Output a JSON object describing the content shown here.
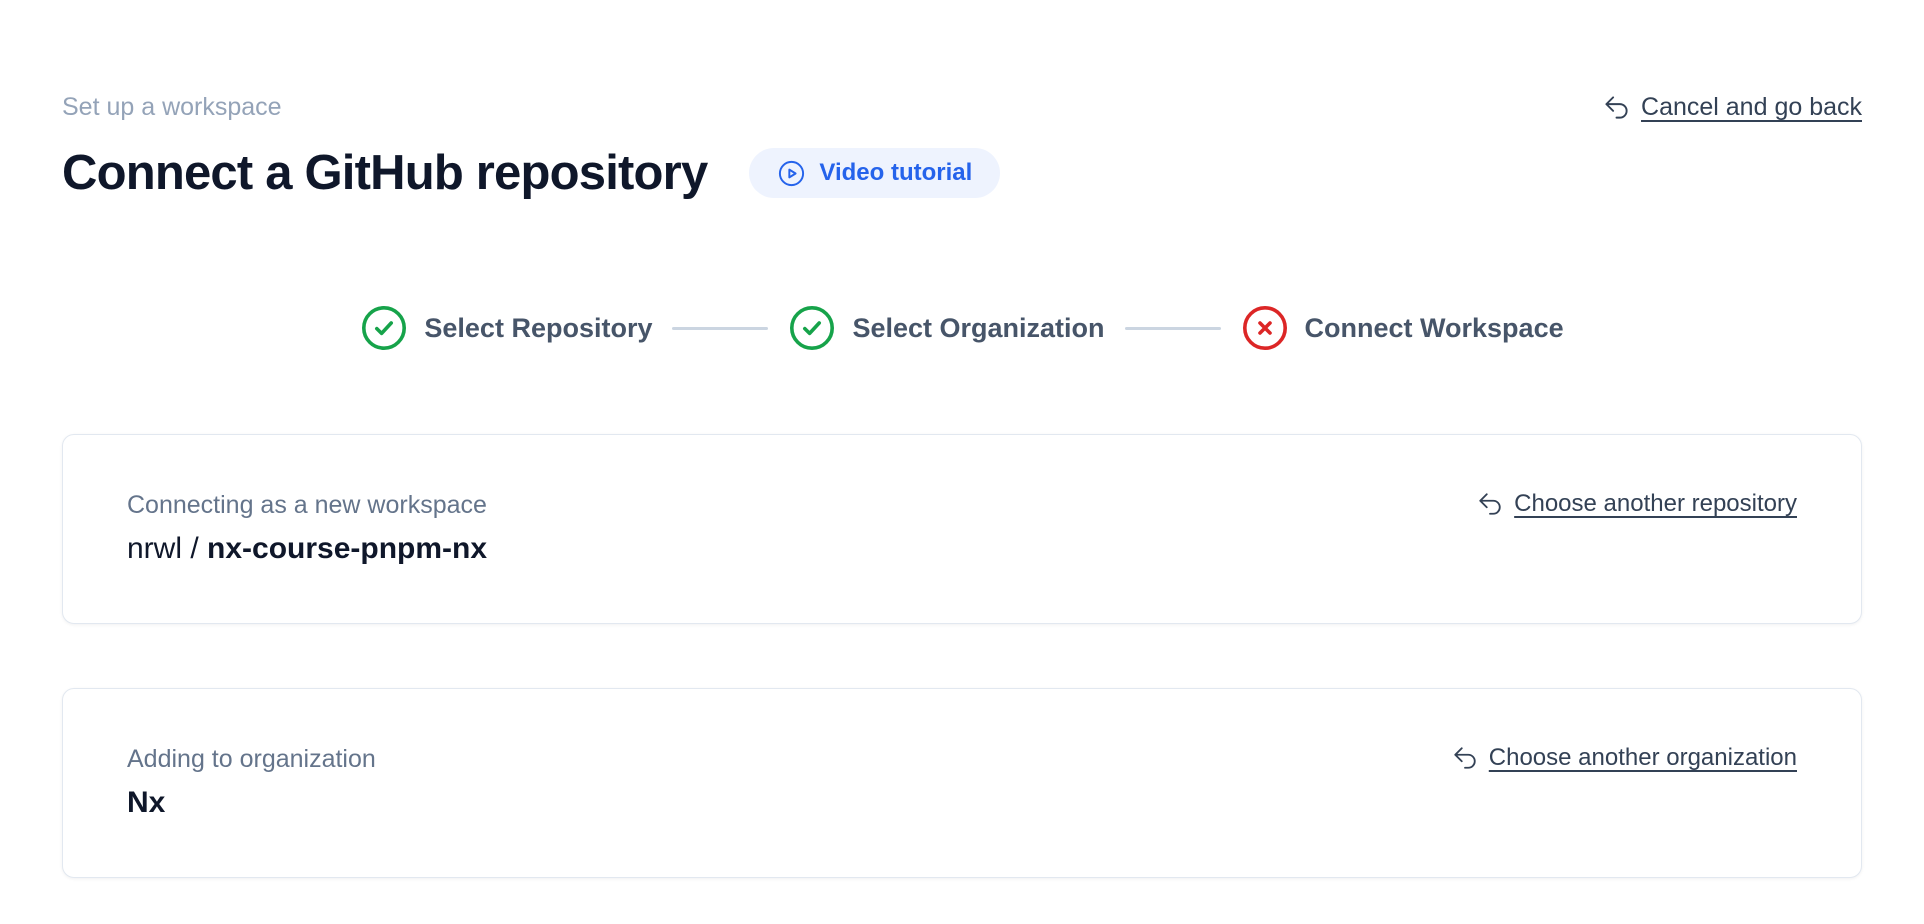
{
  "page": {
    "eyebrow": "Set up a workspace",
    "title": "Connect a GitHub repository"
  },
  "header": {
    "video_button_label": "Video tutorial",
    "cancel_link_label": "Cancel and go back"
  },
  "stepper": {
    "steps": [
      {
        "label": "Select Repository",
        "status": "complete",
        "icon": "check-circle-icon"
      },
      {
        "label": "Select Organization",
        "status": "complete",
        "icon": "check-circle-icon"
      },
      {
        "label": "Connect Workspace",
        "status": "error",
        "icon": "x-circle-icon"
      }
    ]
  },
  "cards": [
    {
      "label": "Connecting as a new workspace",
      "value_prefix": "nrwl / ",
      "value": "nx-course-pnpm-nx",
      "action_label": "Choose another repository",
      "action_icon": "undo-arrow-icon"
    },
    {
      "label": "Adding to organization",
      "value_prefix": "",
      "value": "Nx",
      "action_label": "Choose another organization",
      "action_icon": "undo-arrow-icon"
    }
  ],
  "icons": {
    "video_button": "play-circle-icon",
    "cancel": "undo-arrow-icon"
  },
  "colors": {
    "accent_blue": "#2563eb",
    "pill_background": "#eef3fe",
    "success_green": "#16a34a",
    "error_red": "#dc2626",
    "connector_gray": "#cbd5e1",
    "muted_text": "#94a3b8",
    "label_gray": "#64748b",
    "step_label": "#475569",
    "link_text": "#334155",
    "heading_text": "#0f172a",
    "card_border": "#e2e8f0"
  }
}
